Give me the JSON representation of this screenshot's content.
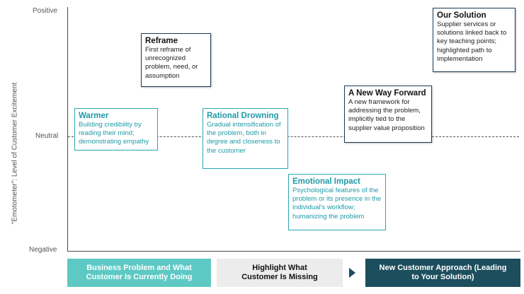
{
  "y_axis": {
    "title": "\"Emotometer\": Level of Customer Excitement",
    "positive": "Positive",
    "neutral": "Neutral",
    "negative": "Negative"
  },
  "boxes": {
    "warmer": {
      "title": "Warmer",
      "text": "Building credibility by reading their mind; demonstrating empathy"
    },
    "reframe": {
      "title": "Reframe",
      "text": "First reframe of unrecognized problem, need, or assumption"
    },
    "rational": {
      "title": "Rational Drowning",
      "text": "Gradual intensification of the problem, both in degree and closeness to the customer"
    },
    "emotional": {
      "title": "Emotional Impact",
      "text": "Psychological features of the problem or its presence in the individual's workflow; humanizing the problem"
    },
    "new_way": {
      "title": "A New Way Forward",
      "text": "A new framework for addressing the problem, implicitly tied to the supplier value proposition"
    },
    "solution": {
      "title": "Our Solution",
      "text": "Supplier services or solutions linked back to key teaching points; highlighted path to implementation"
    }
  },
  "phases": {
    "p1": "Business Problem and What Customer Is Currently Doing",
    "p2": "Highlight What Customer Is Missing",
    "p3": "New Customer Approach (Leading to Your Solution)"
  },
  "colors": {
    "teal": "#2aa7b3",
    "navy": "#1c3a5a",
    "phase1": "#5ec9c4",
    "phase2": "#ececec",
    "phase3": "#1d4e5e"
  }
}
